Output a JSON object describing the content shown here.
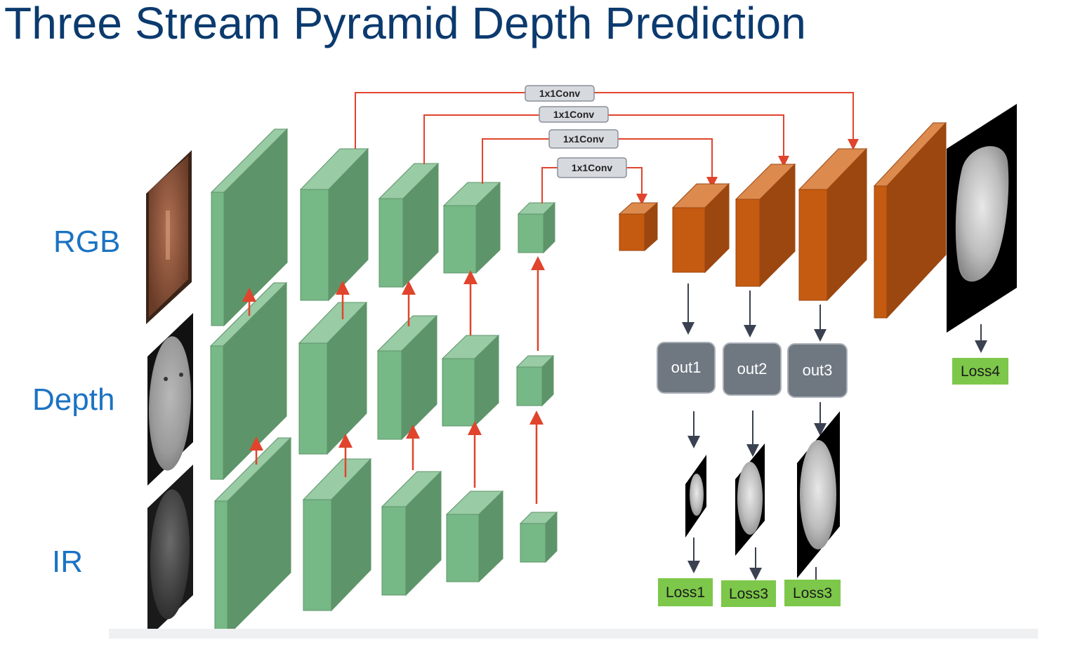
{
  "title": "Three Stream Pyramid Depth Prediction",
  "streams": [
    "RGB",
    "Depth",
    "IR"
  ],
  "lateral_label": "1x1Conv",
  "outputs": [
    "out1",
    "out2",
    "out3"
  ],
  "losses": [
    "Loss1",
    "Loss3",
    "Loss3",
    "Loss4"
  ],
  "colors": {
    "title": "#0b3a6e",
    "stream_label": "#1b73c2",
    "encoder_front": "#76b886",
    "encoder_side": "#5e9469",
    "encoder_top": "#99cba5",
    "decoder_front": "#c55a11",
    "decoder_side": "#9c4710",
    "decoder_top": "#dc8a4e",
    "arrow_red": "#e0442c",
    "arrow_dark": "#3a4150",
    "out_box": "#6f7780",
    "loss_box": "#7dc74a",
    "conv_box": "#d6dadf"
  }
}
